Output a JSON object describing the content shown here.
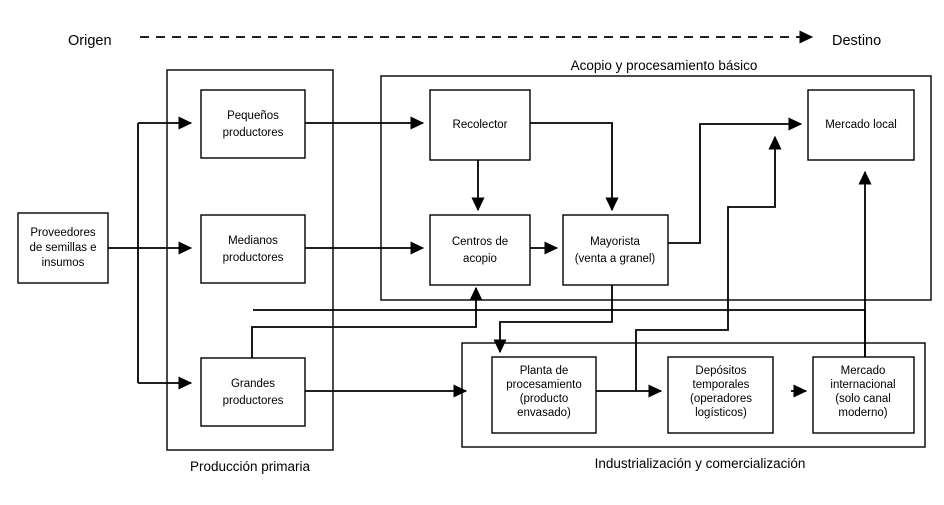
{
  "axis": {
    "origin_label": "Origen",
    "destino_label": "Destino"
  },
  "groups": [
    {
      "id": "produccion",
      "label": "Producción primaria"
    },
    {
      "id": "acopio",
      "label": "Acopio y procesamiento básico"
    },
    {
      "id": "industrializacion",
      "label": "Industrialización y comercialización"
    }
  ],
  "nodes": [
    {
      "id": "proveedores",
      "lines": [
        "Proveedores",
        "de semillas e",
        "insumos"
      ]
    },
    {
      "id": "pequenos",
      "lines": [
        "Pequeños",
        "productores"
      ]
    },
    {
      "id": "medianos",
      "lines": [
        "Medianos",
        "productores"
      ]
    },
    {
      "id": "grandes",
      "lines": [
        "Grandes",
        "productores"
      ]
    },
    {
      "id": "recolector",
      "lines": [
        "Recolector"
      ]
    },
    {
      "id": "centros",
      "lines": [
        "Centros de",
        "acopio"
      ]
    },
    {
      "id": "mayorista",
      "lines": [
        "Mayorista",
        "(venta a granel)"
      ]
    },
    {
      "id": "mercado-local",
      "lines": [
        "Mercado local"
      ]
    },
    {
      "id": "planta",
      "lines": [
        "Planta de",
        "procesamiento",
        "(producto",
        "envasado)"
      ]
    },
    {
      "id": "depositos",
      "lines": [
        "Depósitos",
        "temporales",
        "(operadores",
        "logísticos)"
      ]
    },
    {
      "id": "mercado-internacional",
      "lines": [
        "Mercado",
        "internacional",
        "(solo canal",
        "moderno)"
      ]
    }
  ],
  "edges": [
    {
      "from": "proveedores",
      "to": "pequenos"
    },
    {
      "from": "proveedores",
      "to": "medianos"
    },
    {
      "from": "proveedores",
      "to": "grandes"
    },
    {
      "from": "pequenos",
      "to": "recolector"
    },
    {
      "from": "medianos",
      "to": "centros"
    },
    {
      "from": "grandes",
      "to": "centros"
    },
    {
      "from": "grandes",
      "to": "planta"
    },
    {
      "from": "recolector",
      "to": "centros"
    },
    {
      "from": "recolector",
      "to": "mayorista"
    },
    {
      "from": "centros",
      "to": "mayorista"
    },
    {
      "from": "mayorista",
      "to": "mercado-local"
    },
    {
      "from": "mayorista",
      "to": "planta"
    },
    {
      "from": "planta",
      "to": "depositos"
    },
    {
      "from": "planta",
      "to": "mercado-local"
    },
    {
      "from": "depositos",
      "to": "mercado-internacional"
    },
    {
      "from": "mercado-internacional",
      "to": "centros"
    }
  ],
  "colors": {
    "stroke": "#000000",
    "fill": "#ffffff",
    "background": "#ffffff"
  }
}
